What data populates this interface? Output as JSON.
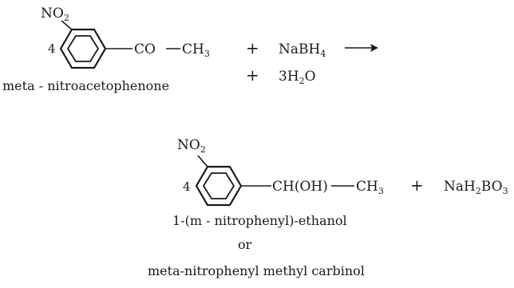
{
  "reactant": {
    "substituent": {
      "main": "NO",
      "sub": "2"
    },
    "position": "4",
    "side_group": {
      "a": "CO",
      "b": "CH",
      "b_sub": "3"
    },
    "name": "meta - nitroacetophenone"
  },
  "reagents": {
    "plus1": "+",
    "nabh4": {
      "main": "NaBH",
      "sub": "4"
    },
    "plus2": "+",
    "water": {
      "pre": "3H",
      "sub": "2",
      "post": "O"
    }
  },
  "product": {
    "substituent": {
      "main": "NO",
      "sub": "2"
    },
    "position": "4",
    "side_group": {
      "a": "CH(OH)",
      "b": "CH",
      "b_sub": "3"
    },
    "plus": "+",
    "byproduct": {
      "p1": "NaH",
      "s1": "2",
      "p2": "BO",
      "s2": "3"
    },
    "name_1": "1-(m - nitrophenyl)-ethanol",
    "name_or": "or",
    "name_2": "meta-nitrophenyl methyl carbinol"
  }
}
